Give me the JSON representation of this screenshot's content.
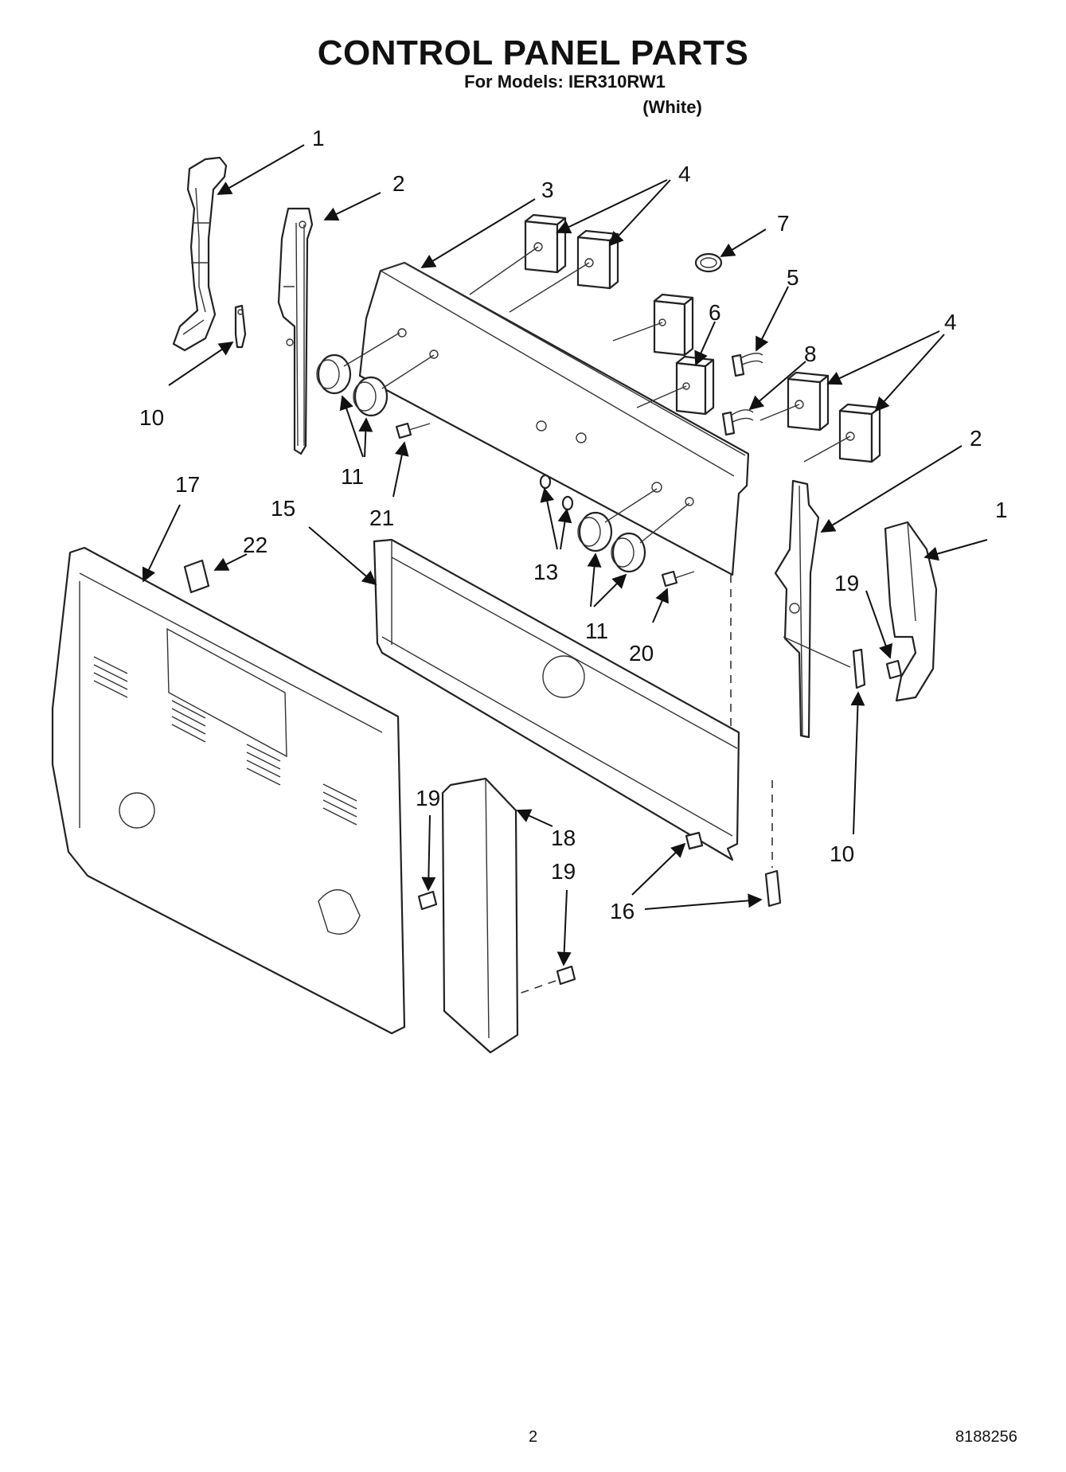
{
  "header": {
    "title": "CONTROL PANEL PARTS",
    "models": "For Models: IER310RW1",
    "color": "(White)"
  },
  "callouts": [
    {
      "id": "c1a",
      "label": "1"
    },
    {
      "id": "c2a",
      "label": "2"
    },
    {
      "id": "c3",
      "label": "3"
    },
    {
      "id": "c4a",
      "label": "4"
    },
    {
      "id": "c7",
      "label": "7"
    },
    {
      "id": "c5",
      "label": "5"
    },
    {
      "id": "c6",
      "label": "6"
    },
    {
      "id": "c8",
      "label": "8"
    },
    {
      "id": "c4b",
      "label": "4"
    },
    {
      "id": "c2b",
      "label": "2"
    },
    {
      "id": "c1b",
      "label": "1"
    },
    {
      "id": "c10a",
      "label": "10"
    },
    {
      "id": "c11a",
      "label": "11"
    },
    {
      "id": "c21",
      "label": "21"
    },
    {
      "id": "c17",
      "label": "17"
    },
    {
      "id": "c15",
      "label": "15"
    },
    {
      "id": "c22",
      "label": "22"
    },
    {
      "id": "c13",
      "label": "13"
    },
    {
      "id": "c11b",
      "label": "11"
    },
    {
      "id": "c20",
      "label": "20"
    },
    {
      "id": "c19a",
      "label": "19"
    },
    {
      "id": "c10b",
      "label": "10"
    },
    {
      "id": "c19b",
      "label": "19"
    },
    {
      "id": "c18",
      "label": "18"
    },
    {
      "id": "c19c",
      "label": "19"
    },
    {
      "id": "c16",
      "label": "16"
    }
  ],
  "footer": {
    "page_number": "2",
    "doc_number": "8188256"
  }
}
